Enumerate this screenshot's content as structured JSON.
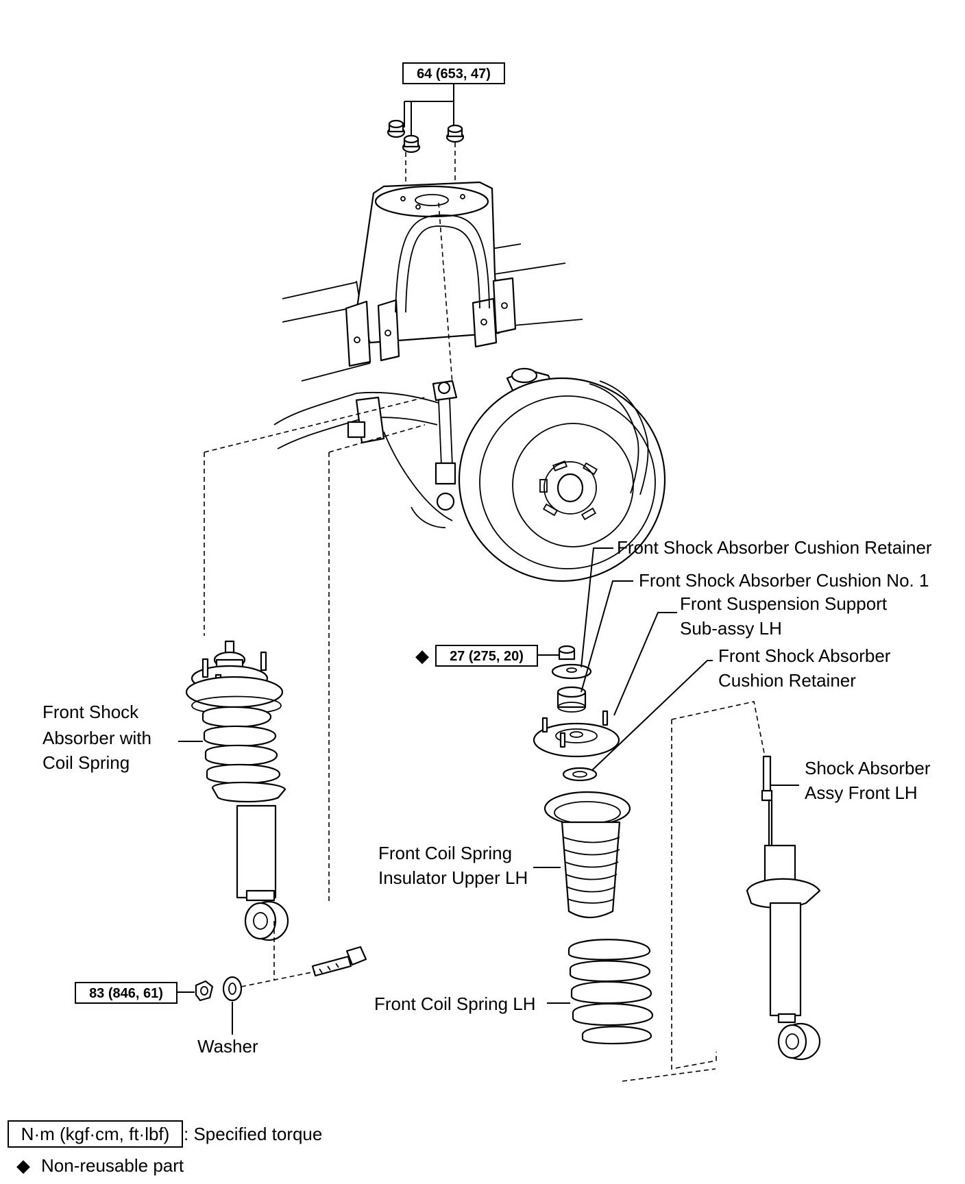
{
  "torques": {
    "upper_nuts": "64 (653, 47)",
    "support_nut": "27 (275, 20)",
    "lower_nut": "83 (846, 61)"
  },
  "labels": {
    "cushion_retainer_top": "Front Shock Absorber Cushion Retainer",
    "cushion_no1": "Front Shock Absorber Cushion No. 1",
    "support_line1": "Front Suspension Support",
    "support_line2": "Sub-assy  LH",
    "cushion_retainer_line1": "Front Shock Absorber",
    "cushion_retainer_line2": "Cushion Retainer",
    "shock_assy_line1": "Shock Absorber",
    "shock_assy_line2": "Assy Front LH",
    "shock_coil_line1": "Front Shock",
    "shock_coil_line2": "Absorber with",
    "shock_coil_line3": "Coil Spring",
    "insulator_line1": "Front Coil Spring",
    "insulator_line2": "Insulator Upper LH",
    "coil_spring": "Front Coil Spring LH",
    "washer": "Washer"
  },
  "legend": {
    "torque_unit_box": "N·m (kgf·cm, ft·lbf)",
    "torque_desc": ": Specified torque",
    "nonreusable_symbol": "◆",
    "nonreusable_desc": "Non-reusable part"
  }
}
